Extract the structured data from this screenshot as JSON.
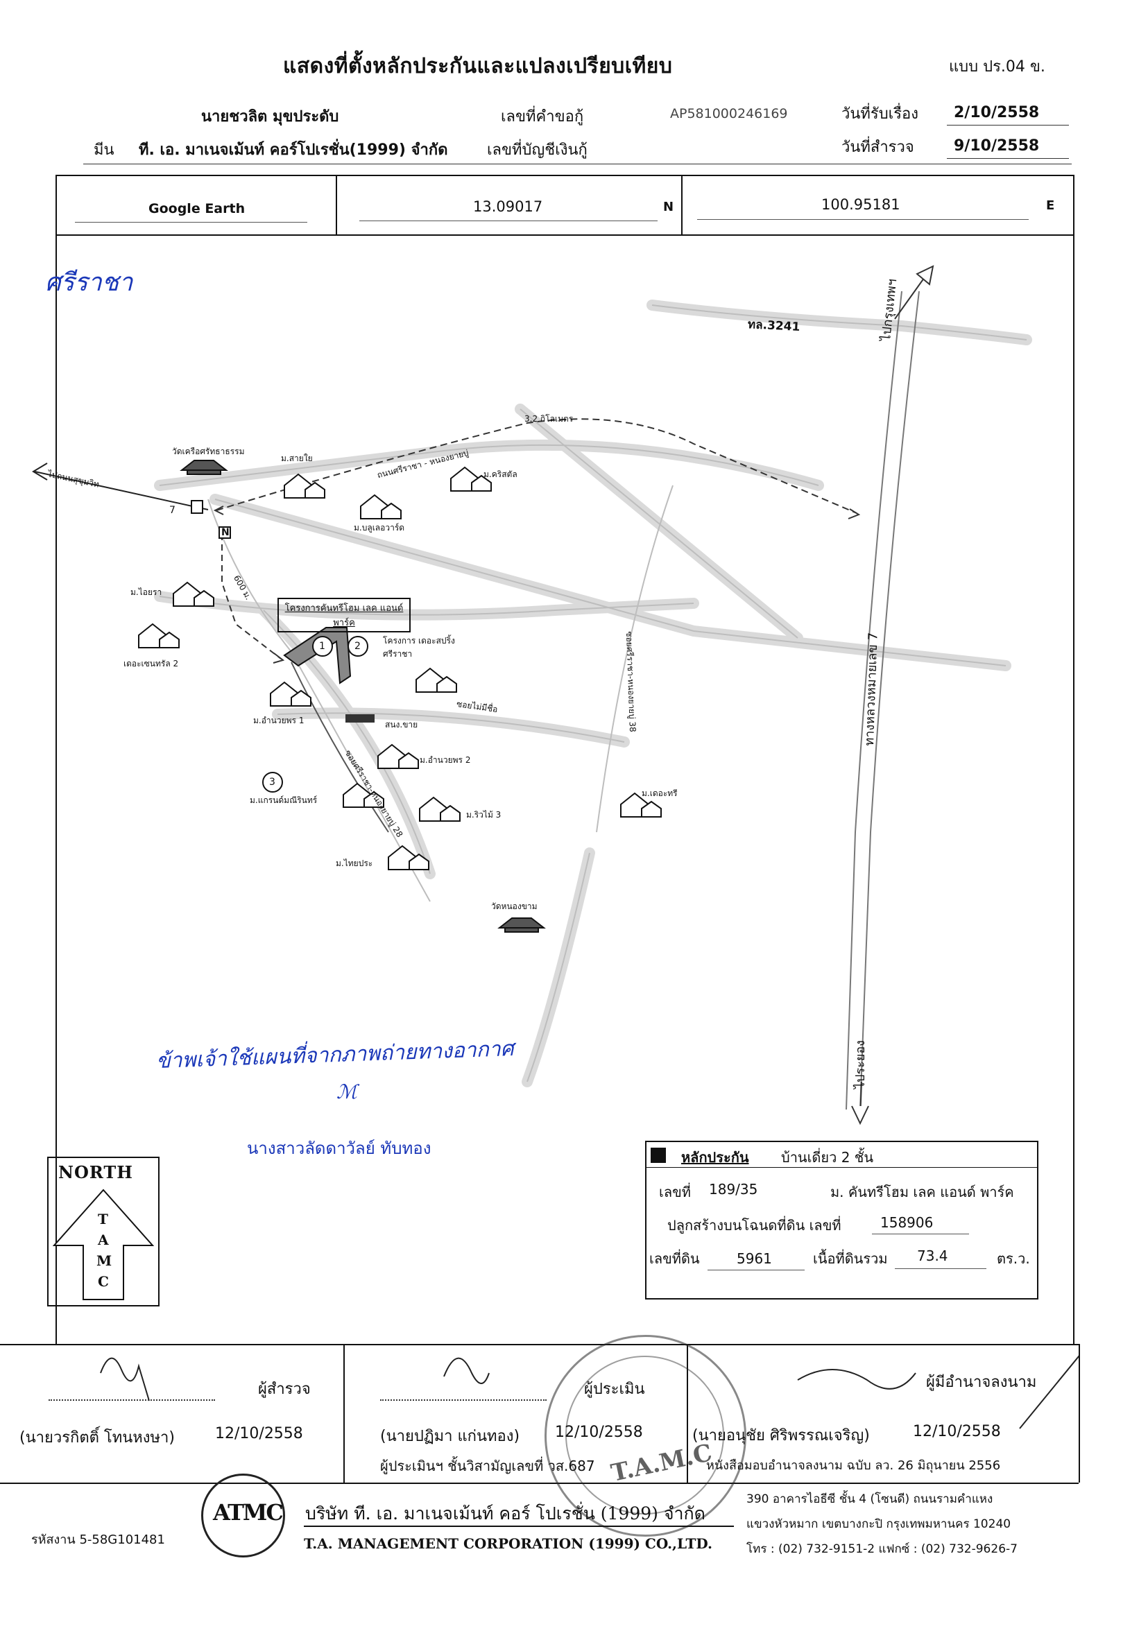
{
  "header": {
    "title": "แสดงที่ตั้งหลักประกันและแปลงเปรียบเทียบ",
    "form_code": "แบบ ปร.04 ข.",
    "applicant": "นายชวลิต  มุขประดับ",
    "company_prefix": "มีน",
    "company": "ที. เอ. มาเนจเม้นท์ คอร์โปเรชั่น(1999) จำกัด",
    "loan_request_label": "เลขที่คำขอกู้",
    "loan_request_no": "AP581000246169",
    "account_label": "เลขที่บัญชีเงินกู้",
    "received_label": "วันที่รับเรื่อง",
    "received_date": "2/10/2558",
    "survey_label": "วันที่สำรวจ",
    "survey_date": "9/10/2558"
  },
  "coords": {
    "source": "Google Earth",
    "lat": "13.09017",
    "lat_dir": "N",
    "lon": "100.95181",
    "lon_dir": "E"
  },
  "map": {
    "handwritten_top": "ศรีราชา",
    "road_3241": "ทล.3241",
    "to_bangkok": "ไปกรุงเทพฯ",
    "to_rayong": "ไประยอง",
    "highway7": "ทางหลวงหมายเลข 7",
    "distance": "3.2 กิโลเมตร",
    "to_sukhumvit": "ไปถนนสุขุมวิท",
    "road_sriracha_nongyai": "ถนนศรีราชา - หนองยายบู่",
    "soi_38": "ซอยศรีราชา-หนองยายบู่ 38",
    "soi_28": "ซอยศรีราชา-หนองยายบู่ 28",
    "m600": "600 ม.",
    "soi_noname": "ซอยไม่มีชื่อ",
    "project_box": "โครงการคันทรีโฮม เลค แอนด์ พาร์ค",
    "temple1": "วัดเครือศรัทธาธรรม",
    "m_saiyai": "ม.สายใย",
    "m_cristal": "ม.คริสตัล",
    "m_blue": "ม.บลูเลอวาร์ด",
    "m_aira": "ม.ไอยรา",
    "m_central2": "เดอะเซนทรัล 2",
    "m_spring": "โครงการ เดอะสปริ้ง ศรีราชา",
    "m_amnuay1": "ม.อำนวยพร 1",
    "m_amnuay2": "ม.อำนวยพร 2",
    "m_grand": "ม.แกรนด์มณีรินทร์",
    "m_riviera": "ม.ริวไม้ 3",
    "m_thaiprasert": "ม.ไทยประ",
    "temple2": "วัดหนองขาม",
    "m_theatre": "ม.เดอะทรี",
    "police": "สนง.ขาย",
    "seven": "7",
    "n_marker": "N",
    "pin1": "1",
    "pin2": "2",
    "pin3": "3",
    "handwritten_note": "ข้าพเจ้าใช้แผนที่จากภาพถ่ายทางอากาศ",
    "officer": "นางสาวลัดดาวัลย์  ทับทอง"
  },
  "north": {
    "label": "NORTH",
    "letters": [
      "T",
      "A",
      "M",
      "C"
    ]
  },
  "legend": {
    "title": "หลักประกัน",
    "type": "บ้านเดี่ยว 2 ชั้น",
    "house_no_label": "เลขที่",
    "house_no": "189/35",
    "village": "ม. คันทรีโฮม เลค แอนด์ พาร์ค",
    "deed_label": "ปลูกสร้างบนโฉนดที่ดิน เลขที่",
    "deed_no": "158906",
    "land_no_label": "เลขที่ดิน",
    "land_no": "5961",
    "area_label": "เนื้อที่ดินรวม",
    "area": "73.4",
    "area_unit": "ตร.ว."
  },
  "signatures": {
    "surveyor_label": "ผู้สำรวจ",
    "surveyor_name": "(นายวรกิตติ์  โทนหงษา)",
    "surveyor_date": "12/10/2558",
    "appraiser_label": "ผู้ประเมิน",
    "appraiser_name": "(นายปฏิมา แก่นทอง)",
    "appraiser_date": "12/10/2558",
    "appraiser_license": "ผู้ประเมินฯ ชั้นวิสามัญเลขที่ วส.687",
    "signer_label": "ผู้มีอำนาจลงนาม",
    "signer_name": "(นายอนุชัย  ศิริพรรณเจริญ)",
    "signer_date": "12/10/2558",
    "signer_note": "หนังสือมอบอำนาจลงนาม ฉบับ ลว. 26 มิถุนายน 2556",
    "stamp": "T.A.M.C"
  },
  "footer": {
    "code": "รหัสงาน 5-58G101481",
    "logo": "ATMC",
    "company_th": "บริษัท  ที. เอ. มาเนจเม้นท์ คอร์ โปเรชั่น (1999) จำกัด",
    "company_en": "T.A. MANAGEMENT CORPORATION (1999) CO.,LTD.",
    "address1": "390  อาคารไอธีซี  ชั้น 4  (โซนดี)  ถนนรามคำแหง",
    "address2": "แขวงหัวหมาก  เขตบางกะปิ  กรุงเทพมหานคร 10240",
    "phone": "โทร : (02) 732-9151-2 แฟกซ์ : (02) 732-9626-7"
  }
}
